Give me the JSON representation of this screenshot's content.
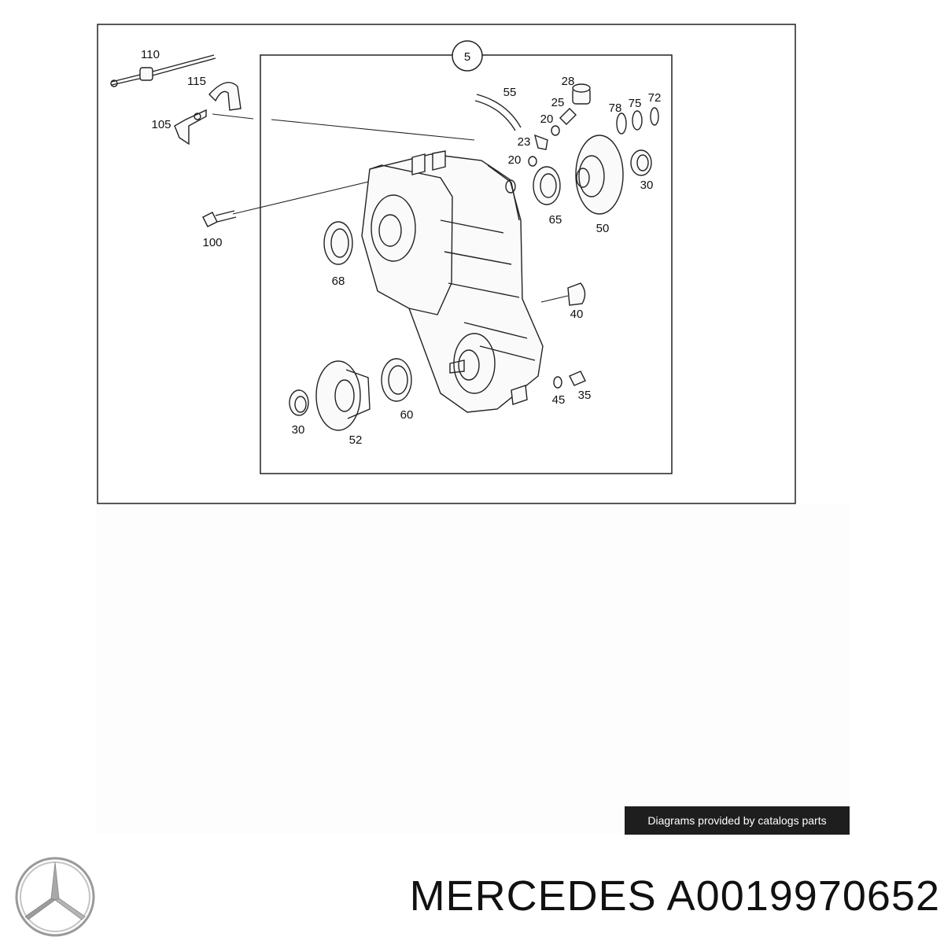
{
  "group_label": "5",
  "parts": [
    {
      "id": "p110",
      "label": "110"
    },
    {
      "id": "p115",
      "label": "115"
    },
    {
      "id": "p105",
      "label": "105"
    },
    {
      "id": "p100",
      "label": "100"
    },
    {
      "id": "p55",
      "label": "55"
    },
    {
      "id": "p28",
      "label": "28"
    },
    {
      "id": "p25",
      "label": "25"
    },
    {
      "id": "p20a",
      "label": "20"
    },
    {
      "id": "p23",
      "label": "23"
    },
    {
      "id": "p20b",
      "label": "20"
    },
    {
      "id": "p78",
      "label": "78"
    },
    {
      "id": "p75",
      "label": "75"
    },
    {
      "id": "p72",
      "label": "72"
    },
    {
      "id": "p30a",
      "label": "30"
    },
    {
      "id": "p65",
      "label": "65"
    },
    {
      "id": "p50",
      "label": "50"
    },
    {
      "id": "p68",
      "label": "68"
    },
    {
      "id": "p40",
      "label": "40"
    },
    {
      "id": "p45",
      "label": "45"
    },
    {
      "id": "p35",
      "label": "35"
    },
    {
      "id": "p60",
      "label": "60"
    },
    {
      "id": "p30b",
      "label": "30"
    },
    {
      "id": "p52",
      "label": "52"
    }
  ],
  "credit_text": "Diagrams provided by catalogs parts",
  "brand": "MERCEDES",
  "part_number": "A0019970652"
}
